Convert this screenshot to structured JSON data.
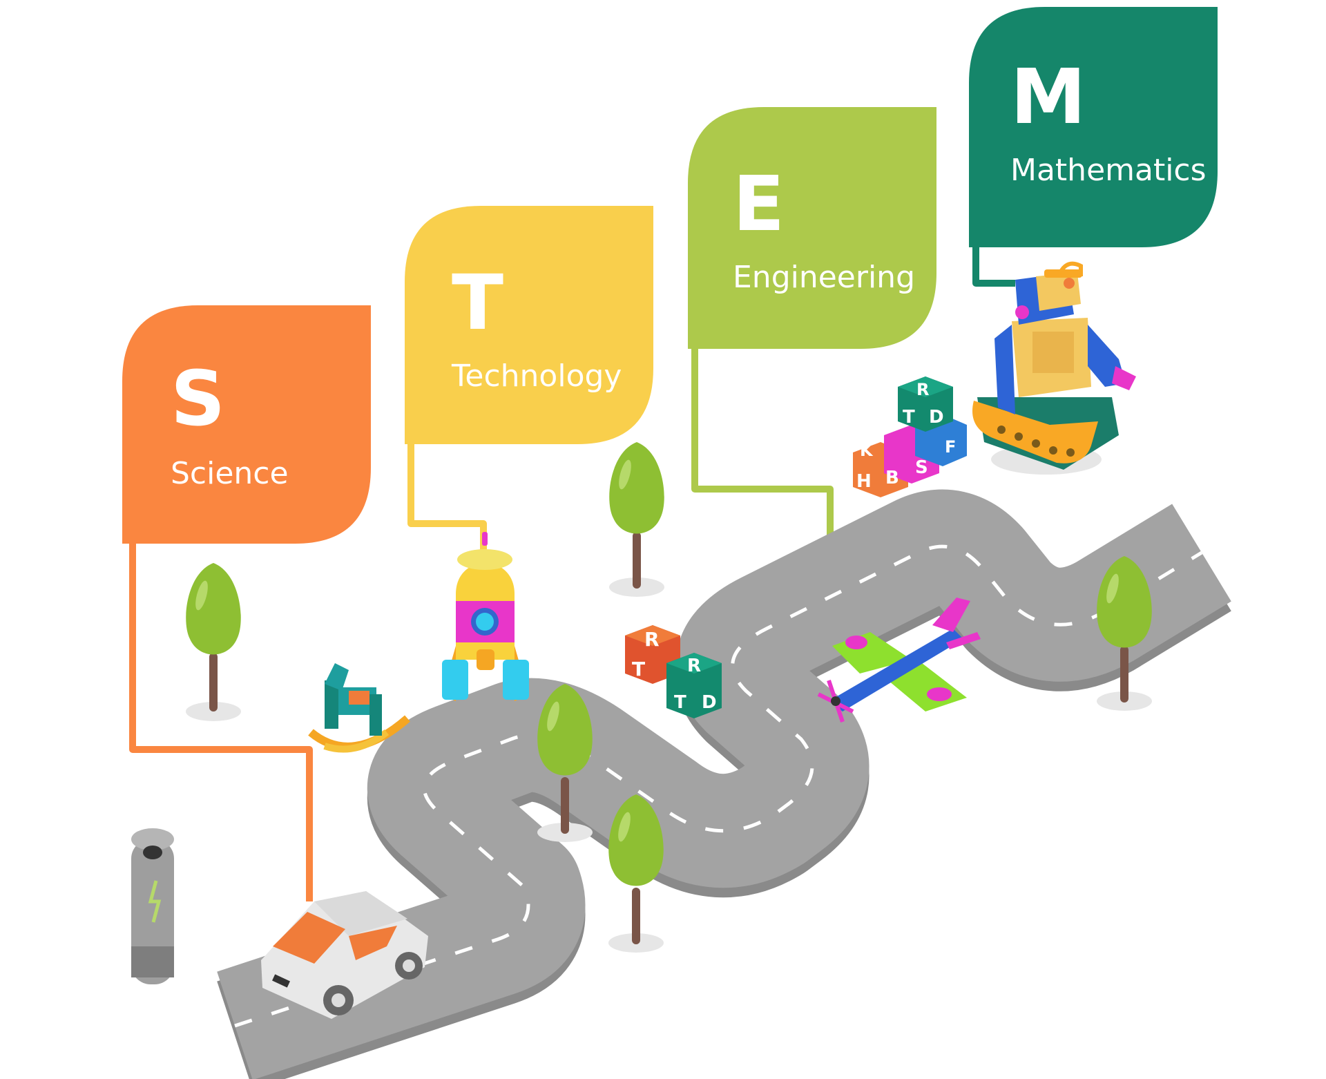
{
  "stages": [
    {
      "letter": "S",
      "word": "Science",
      "color": "#FA8640"
    },
    {
      "letter": "T",
      "word": "Technology",
      "color": "#F9CF4C"
    },
    {
      "letter": "E",
      "word": "Engineering",
      "color": "#ADC94B"
    },
    {
      "letter": "M",
      "word": "Mathematics",
      "color": "#15866A"
    }
  ],
  "road": {
    "surface": "#A3A3A3",
    "edge": "#8A8A8A",
    "marking": "#FFFFFF"
  },
  "tree": {
    "crown": "#8EBF33",
    "trunk": "#7A5548"
  },
  "blocks": {
    "group_1": [
      "R",
      "T",
      "R",
      "T",
      "D"
    ],
    "group_2": [
      "R",
      "T",
      "D",
      "K",
      "H",
      "B",
      "S",
      "F"
    ]
  },
  "icons": [
    "charging-station-icon",
    "car-icon",
    "rocking-horse-icon",
    "rocket-icon",
    "letter-blocks-icon",
    "airplane-icon",
    "robot-icon",
    "tree-icon"
  ]
}
